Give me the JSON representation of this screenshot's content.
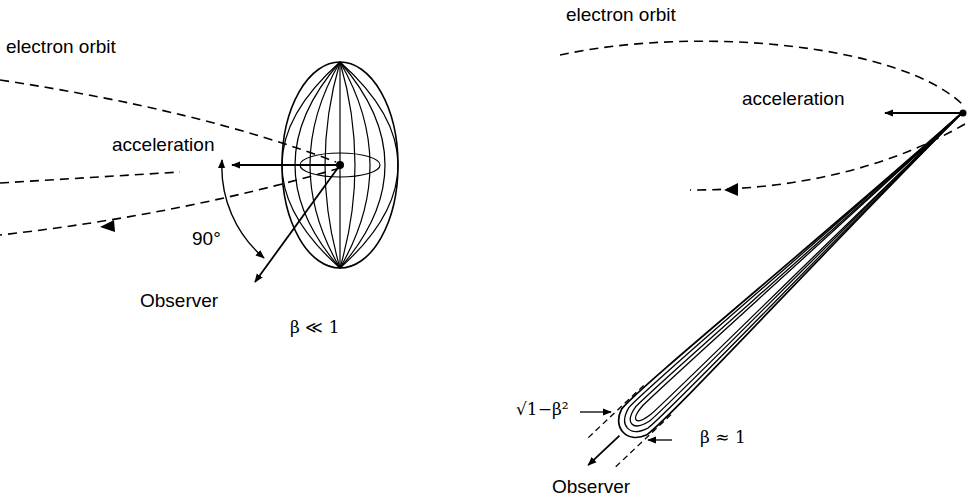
{
  "diagram": {
    "labels": [
      "electron orbit",
      "acceleration",
      "90°",
      "Observer",
      "β ≪ 1",
      "electron orbit",
      "acceleration",
      "√1−β²",
      "Observer",
      "β ≈ 1"
    ]
  }
}
